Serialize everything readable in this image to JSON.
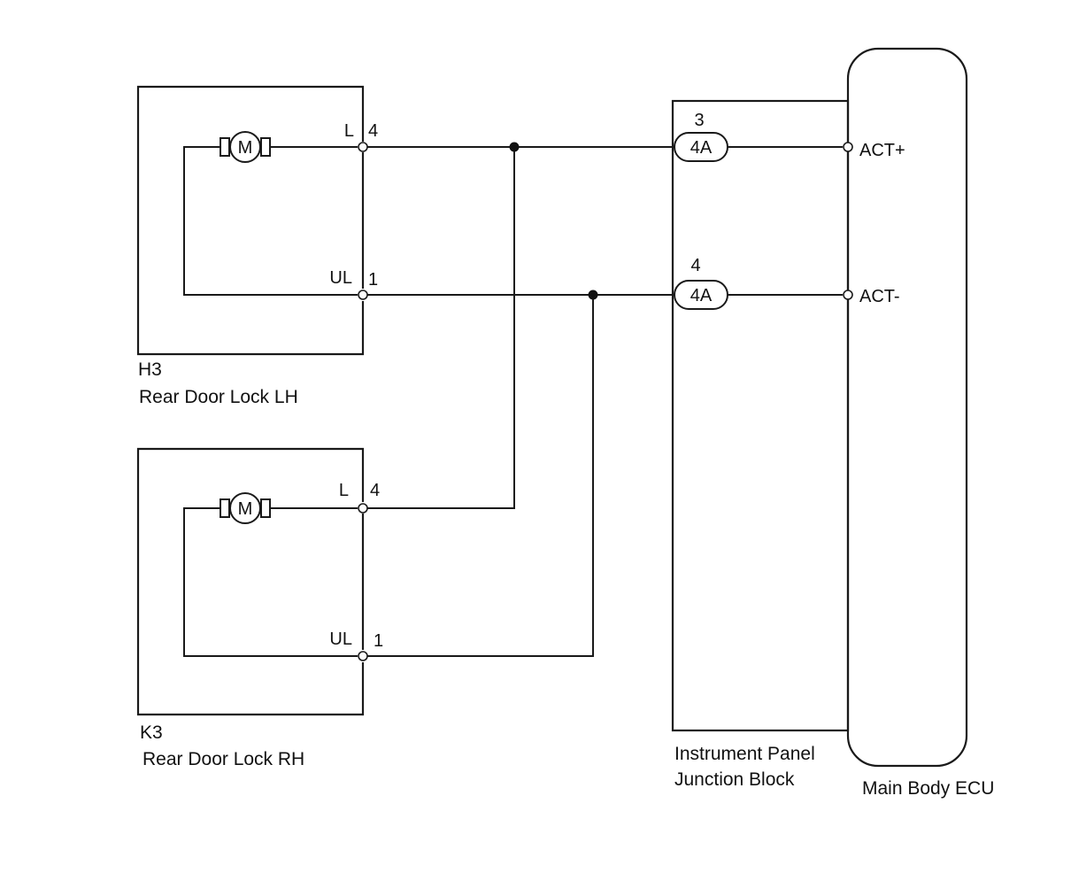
{
  "colors": {
    "line": "#1a1a1a",
    "background": "#ffffff"
  },
  "rear_door_lock_lh": {
    "code": "H3",
    "name": "Rear Door Lock LH",
    "motor_symbol": "M",
    "lock_pin_label": "L",
    "lock_pin_number": "4",
    "unlock_pin_label": "UL",
    "unlock_pin_number": "1"
  },
  "rear_door_lock_rh": {
    "code": "K3",
    "name": "Rear Door Lock RH",
    "motor_symbol": "M",
    "lock_pin_label": "L",
    "lock_pin_number": "4",
    "unlock_pin_label": "UL",
    "unlock_pin_number": "1"
  },
  "junction_block": {
    "name_line1": "Instrument Panel",
    "name_line2": "Junction Block",
    "connectors": [
      {
        "pin": "3",
        "connector": "4A"
      },
      {
        "pin": "4",
        "connector": "4A"
      }
    ]
  },
  "main_body_ecu": {
    "name": "Main Body ECU",
    "terminals": [
      "ACT+",
      "ACT-"
    ]
  }
}
